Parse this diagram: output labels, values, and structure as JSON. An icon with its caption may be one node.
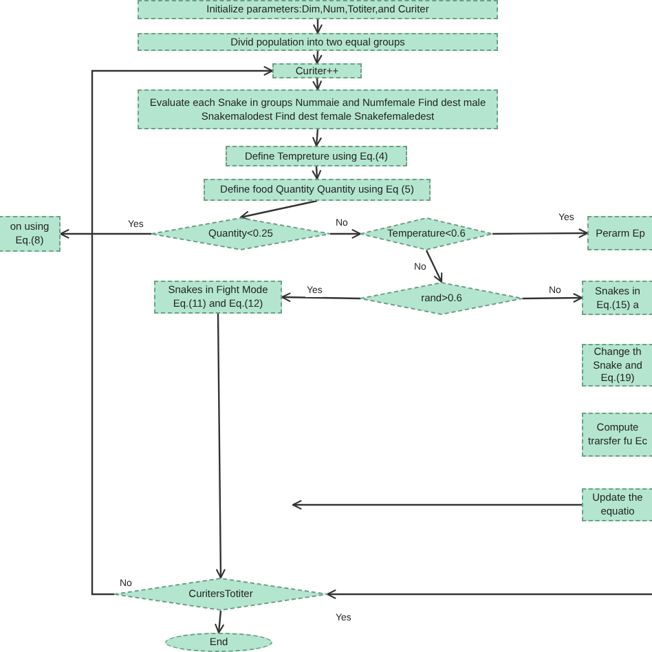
{
  "diagram": {
    "nodes": [
      {
        "text": [
          "Initialize parameters:Dim,Num,Totiter,and Curiter"
        ]
      },
      {
        "text": [
          "Divid population into two equal groups"
        ]
      },
      {
        "text": [
          "Curiter++"
        ]
      },
      {
        "text": [
          "Evaluate each Snake in groups Nummaie and Numfemale Find dest male Snakemalodest Find dest female Snakefemaledest"
        ]
      },
      {
        "text": [
          "Define Tempreture using Eq.(4)"
        ]
      },
      {
        "text": [
          "Define food Quantity Quantity using Eq (5)"
        ]
      },
      {
        "text": [
          "on using Eq.(8)"
        ]
      },
      {
        "text": [
          "Quantity<0.25"
        ]
      },
      {
        "text": [
          "Temperature<0.6"
        ]
      },
      {
        "text": [
          "Perarm Ep"
        ]
      },
      {
        "text": [
          "Snakes in Fight Mode Eq.(11) and Eq.(12)"
        ]
      },
      {
        "text": [
          "rand>0.6"
        ]
      },
      {
        "text": [
          "Snakes in Eq.(15) a"
        ]
      },
      {
        "text": [
          "Change th Snake and Eq.(19)"
        ]
      },
      {
        "text": [
          "Compute trarsfer fu Ec"
        ]
      },
      {
        "text": [
          "Update the equatio"
        ]
      },
      {
        "text": [
          "CuritersTotiter"
        ]
      },
      {
        "text": [
          "End"
        ]
      }
    ],
    "edges": [
      {
        "from": 0,
        "to": 1,
        "arrow": "to"
      },
      {
        "from": 1,
        "to": 2,
        "arrow": "to"
      },
      {
        "from": 2,
        "to": 3,
        "arrow": "to"
      },
      {
        "from": 3,
        "to": 4,
        "arrow": "to"
      },
      {
        "from": 4,
        "to": 5,
        "arrow": "to"
      },
      {
        "from": 5,
        "to": 7,
        "arrow": "to"
      },
      {
        "from": 7,
        "to": 6,
        "arrow": "to",
        "label": "Yes"
      },
      {
        "from": 7,
        "to": 8,
        "arrow": "to",
        "label": "No"
      },
      {
        "from": 8,
        "to": 9,
        "arrow": "to",
        "label": "Yes"
      },
      {
        "from": 8,
        "to": 11,
        "arrow": "to",
        "label": "No"
      },
      {
        "from": 11,
        "to": 10,
        "arrow": "to",
        "label": "Yes"
      },
      {
        "from": 11,
        "to": 12,
        "arrow": "to",
        "label": "No"
      },
      {
        "from": 10,
        "to": 16,
        "arrow": "to"
      },
      {
        "from": 15,
        "to": null,
        "arrow": "to"
      },
      {
        "from": null,
        "to": 16,
        "arrow": "to"
      },
      {
        "from": 16,
        "to": 2,
        "arrow": "to",
        "label": "No"
      },
      {
        "from": 16,
        "to": 17,
        "arrow": "to"
      }
    ],
    "labels": [
      "Yes"
    ]
  }
}
